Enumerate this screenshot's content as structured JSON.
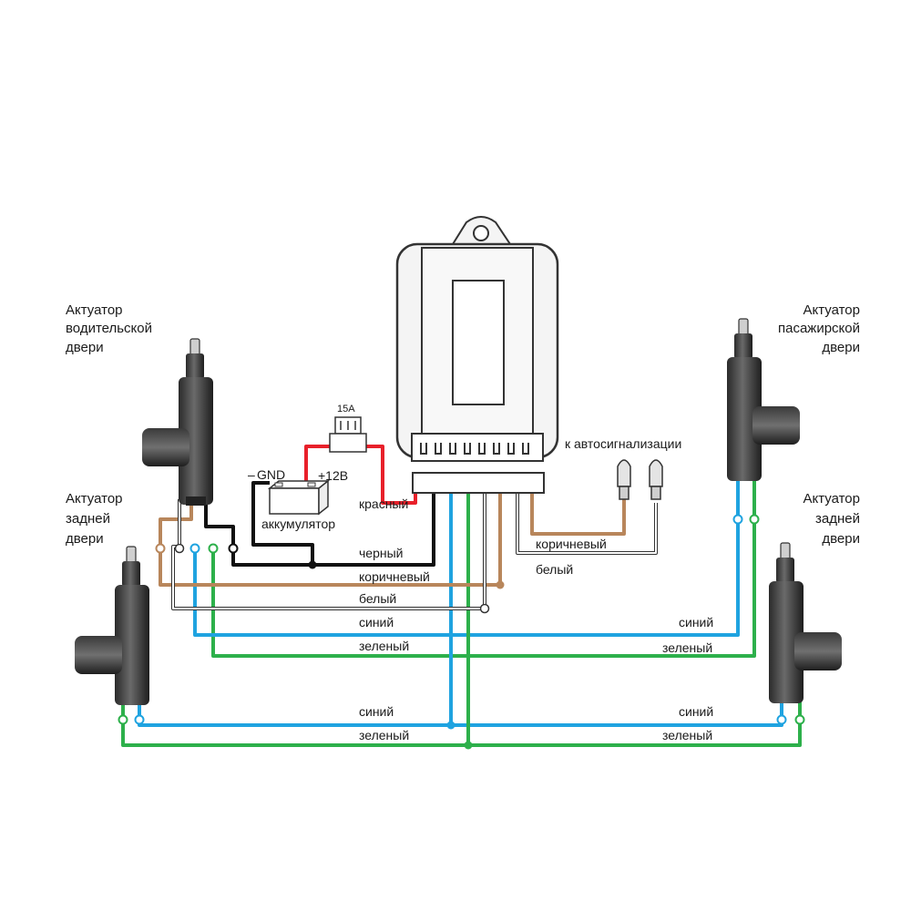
{
  "actuators": {
    "driver": [
      "Актуатор",
      "водительской",
      "двери"
    ],
    "passenger": [
      "Актуатор",
      "пасажирской",
      "двери"
    ],
    "rear_left": [
      "Актуатор",
      "задней",
      "двери"
    ],
    "rear_right": [
      "Актуатор",
      "задней",
      "двери"
    ]
  },
  "power": {
    "gnd": "GND",
    "plus12": "+12В",
    "fuse": "15А",
    "battery": "аккумулятор"
  },
  "alarm_label": "к автосигнализации",
  "wires": {
    "red": "красный",
    "black": "черный",
    "brown": "коричневый",
    "white": "белый",
    "blue": "синий",
    "green": "зеленый"
  },
  "colors": {
    "red": "#e8202a",
    "black": "#111111",
    "brown": "#b8865b",
    "blue": "#1fa3e0",
    "green": "#2db04b",
    "white_outline": "#333333"
  }
}
